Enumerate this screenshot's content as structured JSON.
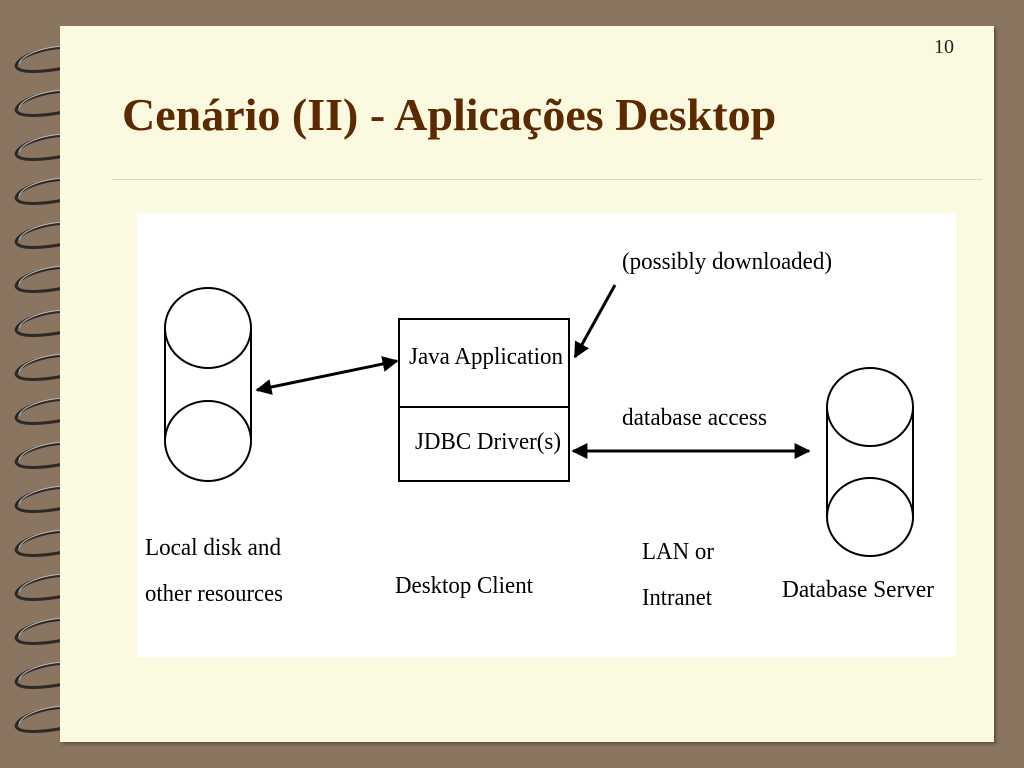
{
  "slide": {
    "number": "10",
    "title": "Cenário (II) - Aplicações Desktop"
  },
  "diagram": {
    "note": "(possibly downloaded)",
    "client_box": {
      "top_label": "Java Application",
      "bottom_label": "JDBC Driver(s)"
    },
    "link_label": "database access",
    "local_label_line1": "Local disk and",
    "local_label_line2": "other resources",
    "client_label": "Desktop Client",
    "network_label_line1": "LAN or",
    "network_label_line2": "Intranet",
    "server_label": "Database Server"
  },
  "colors": {
    "background": "#8a7560",
    "page": "#fbfae0",
    "title": "#5c2a00"
  }
}
